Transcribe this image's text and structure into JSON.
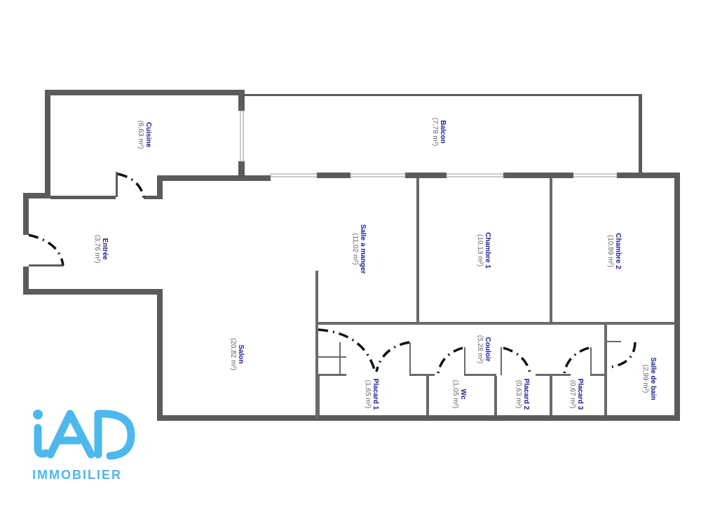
{
  "rooms": [
    {
      "name": "Cuisine",
      "area": "(6,63 m²)"
    },
    {
      "name": "Balcon",
      "area": "(7,78 m²)"
    },
    {
      "name": "Entrée",
      "area": "(3,76 m²)"
    },
    {
      "name": "Salle a manger",
      "area": "(11,02 m²)"
    },
    {
      "name": "Chambre 1",
      "area": "(10,13 m²)"
    },
    {
      "name": "Chambre 2",
      "area": "(10,89 m²)"
    },
    {
      "name": "Salon",
      "area": "(20,82 m²)"
    },
    {
      "name": "Couloir",
      "area": "(5,28 m²)"
    },
    {
      "name": "Placard 1",
      "area": "(1,65 m²)"
    },
    {
      "name": "Wc",
      "area": "(1,05 m²)"
    },
    {
      "name": "Placard 2",
      "area": "(0,63 m²)"
    },
    {
      "name": "Placard 3",
      "area": "(0,67 m²)"
    },
    {
      "name": "Salle de bain",
      "area": "(2,99 m²)"
    }
  ],
  "logo": {
    "brand": "iAD",
    "subtitle": "IMMOBILIER",
    "color": "#4cb8ee"
  },
  "colors": {
    "wall": "#5b5b5b",
    "room_name": "#1a1a9a"
  }
}
